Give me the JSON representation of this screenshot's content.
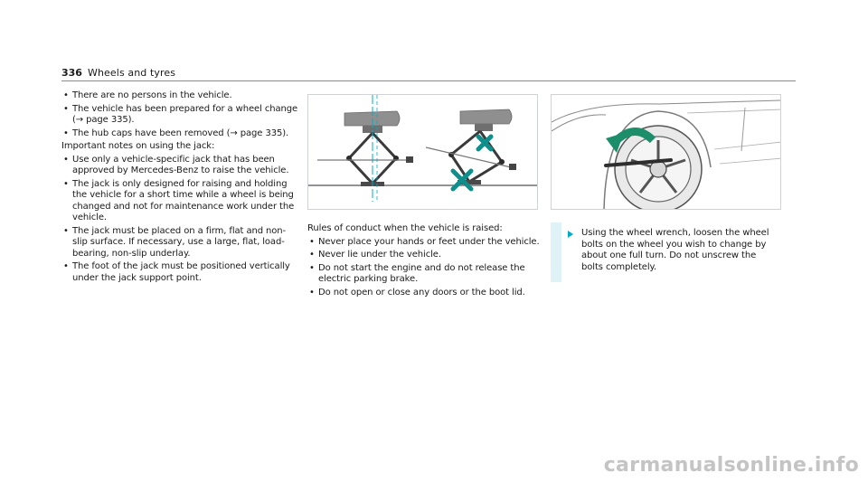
{
  "header": {
    "page_number": "336",
    "title": "Wheels and tyres"
  },
  "col1": {
    "bullets_top": [
      "There are no persons in the vehicle.",
      "The vehicle has been prepared for a wheel change (→ page 335).",
      "The hub caps have been removed (→ page 335)."
    ],
    "intro": "Important notes on using the jack:",
    "bullets_jack": [
      "Use only a vehicle-specific jack that has been approved by Mercedes-Benz to raise the vehicle.",
      "The jack is only designed for raising and holding the vehicle for a short time while a wheel is being changed and not for maintenance work under the vehicle.",
      "The jack must be placed on a firm, flat and non-slip surface. If necessary, use a large, flat, load-bearing, non-slip underlay.",
      "The foot of the jack must be positioned vertically under the jack support point."
    ]
  },
  "col2": {
    "intro": "Rules of conduct when the vehicle is raised:",
    "bullets": [
      "Never place your hands or feet under the vehicle.",
      "Never lie under the vehicle.",
      "Do not start the engine and do not release the electric parking brake.",
      "Do not open or close any doors or the boot lid."
    ]
  },
  "step": {
    "text": "Using the wheel wrench, loosen the wheel bolts on the wheel you wish to change by about one full turn. Do not unscrew the bolts completely."
  },
  "colors": {
    "accent": "#00adc6",
    "cross": "#0f8f8c",
    "step_bar": "#dff3f7",
    "arrow_green": "#1c8f6a"
  },
  "icons": {
    "figure1": "jack-illustration",
    "figure2": "wheel-wrench-illustration"
  },
  "watermark": "carmanualsonline.info"
}
